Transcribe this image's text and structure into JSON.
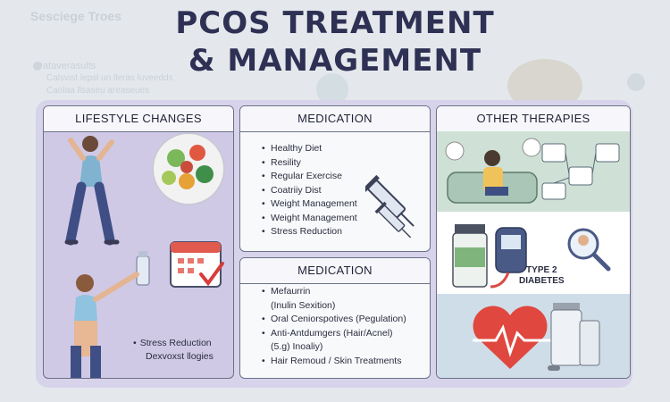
{
  "header": {
    "title_line1": "PCOS TREATMENT",
    "title_line2": "& MANAGEMENT"
  },
  "panels": {
    "lifestyle": {
      "title": "LIFESTYLE CHANGES",
      "items": [
        "Stress Reduction",
        "Dexvoxst  llogies"
      ]
    },
    "medication_1": {
      "title": "MEDICATION",
      "items": [
        "Healthy Diet",
        "Resility",
        "Regular Exercise",
        "Coatriiy Dist",
        "Weight Management",
        "Weight Management",
        "Stress Reduction"
      ]
    },
    "medication_2": {
      "title": "MEDICATION",
      "items": [
        "Mefaurrin",
        "(Inulin Sexition)",
        "Oral Ceniorspotives (Pegulation)",
        "Anti-Antdumgers (Hair/Acnel)",
        "(5.g) Inoaliy)",
        "Hair Remoud / Skin Treatments"
      ]
    },
    "other": {
      "title": "OTHER THERAPIES",
      "diabetes_label_line1": "TYPE 2",
      "diabetes_label_line2": "DIABETES"
    }
  },
  "background": {
    "faded_text_1": "Sesciege Troes",
    "faded_text_2": "Dataverasults",
    "faded_text_3": "Calsvist lepsl un lleras luveedds",
    "faded_text_4": "Caolaa llsaseu  areaseues"
  },
  "colors": {
    "title": "#2e3154",
    "frame": "#d7d3ea",
    "lifestyle_bg": "#cfc9e6",
    "other_top_bg": "#cfe1d6",
    "other_bottom_bg": "#cfdde8",
    "heart": "#e0473f"
  }
}
